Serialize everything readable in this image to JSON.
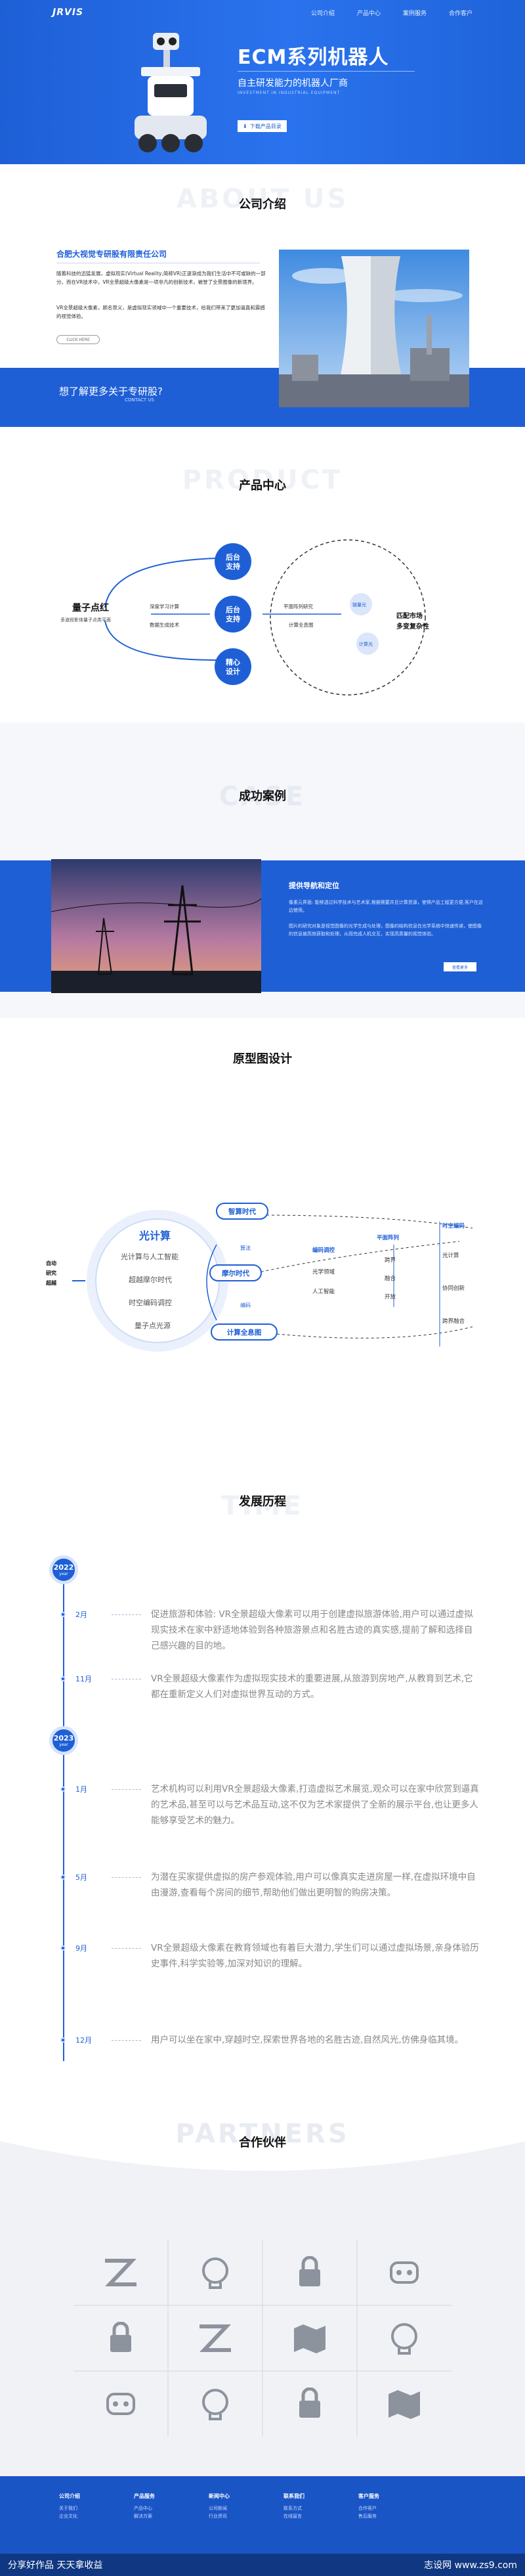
{
  "hero": {
    "logo": "JRVIS",
    "nav": [
      "公司介绍",
      "产品中心",
      "案例服务",
      "合作客户"
    ],
    "title": "ECM系列机器人",
    "subtitle": "自主研发能力的机器人厂商",
    "subtitle_en": "INVESTMENT IN INDUSTRIAL EQUIPMENT",
    "button": "下载产品目录"
  },
  "intro": {
    "bg_text": "ABOUT US",
    "heading": "公司介绍",
    "company": "合肥大视觉专研股有限责任公司",
    "paragraphs": [
      "随着科技的迅猛发展，虚拟现实(Virtual Reality,简称VR)正逐渐成为我们生活中不可或缺的一部分。而在VR技术中，VR全景超级大像素是一项非凡的创新技术，被誉了全景图像的新境界。",
      "VR全景超级大像素，顾名思义，是虚拟现实领域中一个重要技术，给我们带来了更加逼真和震撼的视觉体验。"
    ],
    "more_button": "CLICK HERE",
    "banner_title": "想了解更多关于专研股?",
    "banner_sub": "CONTACT US"
  },
  "products": {
    "bg_text": "PRODUCT",
    "heading": "产品中心",
    "left_title": "量子点红",
    "left_sub": "多波段影体量子点类平面",
    "mid_left": [
      "深度学习计算",
      "数据生成技术"
    ],
    "centers": [
      "后台支持",
      "后台支持",
      "精心设计"
    ],
    "mid_right": [
      "平面阵列研究",
      "计算全息图"
    ],
    "bubbles": [
      "链量光",
      "计算光"
    ],
    "right_title": [
      "匹配市场",
      "多变复杂性"
    ]
  },
  "cases": {
    "bg_text": "CASE",
    "heading": "成功案例",
    "title": "提供导航和定位",
    "paragraphs": [
      "像素元界面: 能够透过科学技术与艺术家,根据需要并且计算资源，使得产品工程更方便,客户在这边使用。",
      "图片的研究对象是视觉图像的光学生成与处理，图像的结构信息在光学系统中快速传递，使图像的信息被高效获取和处理，从而完成人机交互，实现高质量的视觉体验。"
    ],
    "button": "查看更多"
  },
  "proto": {
    "heading": "原型图设计",
    "side_label": [
      "自动",
      "研究",
      "超越"
    ],
    "circle_title": "光计算",
    "circle_items": [
      "光计算与人工智能",
      "超越摩尔时代",
      "时空编码调控",
      "量子点光源"
    ],
    "pills": [
      "智算时代",
      "摩尔时代",
      "计算全息图"
    ],
    "small_labels": [
      "算法",
      "编码"
    ],
    "mid_items": [
      "编码调控",
      "光学领域",
      "人工智能"
    ],
    "col1_title": "平面阵列",
    "col1": [
      "跨界",
      "融合",
      "开放"
    ],
    "col2_title": "时空编码",
    "col2": [
      "光计算",
      "协同创新",
      "跨界融合"
    ]
  },
  "history": {
    "bg_text": "TIME",
    "heading": "发展历程",
    "years": [
      {
        "year": "2022",
        "tag": "year"
      },
      {
        "year": "2023",
        "tag": "year"
      }
    ],
    "events": [
      {
        "month": "2月",
        "text": "促进旅游和体验: VR全景超级大像素可以用于创建虚拟旅游体验,用户可以通过虚拟现实技术在家中舒适地体验到各种旅游景点和名胜古迹的真实感,提前了解和选择自己感兴趣的目的地。"
      },
      {
        "month": "11月",
        "text": "VR全景超级大像素作为虚拟现实技术的重要进展,从旅游到房地产,从教育到艺术,它都在重新定义人们对虚拟世界互动的方式。"
      },
      {
        "month": "1月",
        "text": "艺术机构可以利用VR全景超级大像素,打造虚拟艺术展览,观众可以在家中欣赏到逼真的艺术品,甚至可以与艺术品互动,这不仅为艺术家提供了全新的展示平台,也让更多人能够享受艺术的魅力。"
      },
      {
        "month": "5月",
        "text": "为潜在买家提供虚拟的房产参观体验,用户可以像真实走进房屋一样,在虚拟环境中自由漫游,查看每个房间的细节,帮助他们做出更明智的购房决策。"
      },
      {
        "month": "9月",
        "text": "VR全景超级大像素在教育领域也有着巨大潜力,学生们可以通过虚拟场景,亲身体验历史事件,科学实验等,加深对知识的理解。"
      },
      {
        "month": "12月",
        "text": "用户可以坐在家中,穿越时空,探索世界各地的名胜古迹,自然风光,仿佛身临其境。"
      }
    ]
  },
  "partners": {
    "bg_text": "PARTNERS",
    "heading": "合作伙伴",
    "logos": [
      "z-logo",
      "brain-icon",
      "lock-icon",
      "mask-icon",
      "lock-icon",
      "z-logo",
      "map-icon",
      "brain-icon",
      "mask-icon",
      "brain-icon",
      "lock-icon",
      "map-icon"
    ]
  },
  "footer": {
    "cols": [
      {
        "h": "公司介绍",
        "items": [
          "关于我们",
          "企业文化"
        ]
      },
      {
        "h": "产品服务",
        "items": [
          "产品中心",
          "解决方案"
        ]
      },
      {
        "h": "新闻中心",
        "items": [
          "公司新闻",
          "行业资讯"
        ]
      },
      {
        "h": "联系我们",
        "items": [
          "联系方式",
          "在线留言"
        ]
      },
      {
        "h": "客户服务",
        "items": [
          "合作客户",
          "售后服务"
        ]
      }
    ],
    "watermark_left": "分享好作品 天天拿收益",
    "watermark_right": "志设网 www.zs9.com"
  },
  "colors": {
    "primary": "#1e5fd6",
    "light": "#d7e3fb"
  }
}
